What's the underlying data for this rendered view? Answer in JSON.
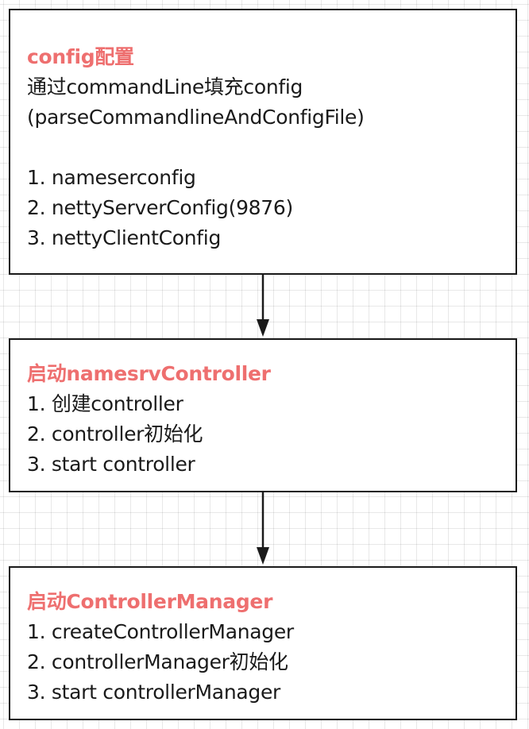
{
  "colors": {
    "title": "#ee6f6f",
    "text": "#1a1a1a",
    "border": "#1a1a1a",
    "grid": "#e6e6e6"
  },
  "boxes": [
    {
      "title": "config配置",
      "lines": [
        "通过commandLine填充config",
        "(parseCommandlineAndConfigFile)",
        "",
        "1. nameserconfig",
        "2. nettyServerConfig(9876)",
        "3. nettyClientConfig"
      ]
    },
    {
      "title": "启动namesrvController",
      "lines": [
        "1. 创建controller",
        "2. controller初始化",
        "3. start controller"
      ]
    },
    {
      "title": "启动ControllerManager",
      "lines": [
        "1. createControllerManager",
        "2. controllerManager初始化",
        "3. start controllerManager"
      ]
    }
  ]
}
